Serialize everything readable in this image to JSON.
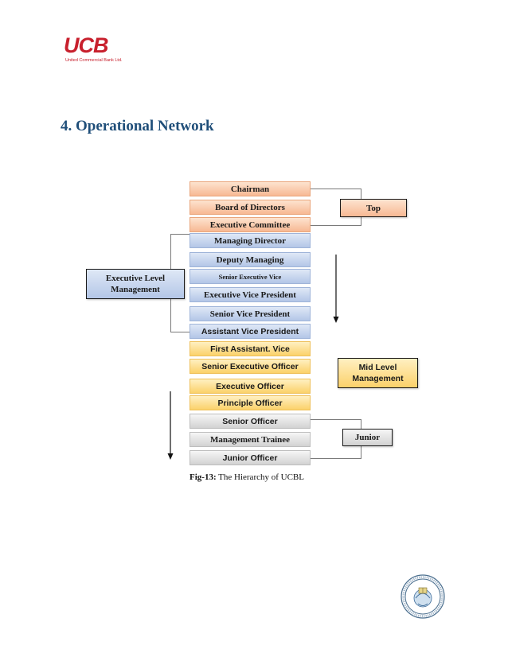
{
  "logo": {
    "mark": "UCB",
    "subtitle": "United Commercial Bank Ltd."
  },
  "section_title": "4. Operational Network",
  "hierarchy": [
    "Chairman",
    "Board of Directors",
    "Executive Committee",
    "Managing Director",
    "Deputy Managing",
    "Senior Executive Vice",
    "Executive Vice President",
    "Senior Vice President",
    "Assistant Vice President",
    "First Assistant. Vice",
    "Senior Executive Officer",
    "Executive Officer",
    "Principle Officer",
    "Senior Officer",
    "Management Trainee",
    "Junior Officer"
  ],
  "groups": {
    "executive": "Executive Level Management",
    "top": "Top",
    "mid": "Mid Level Management",
    "junior": "Junior"
  },
  "caption": {
    "label": "Fig-13:",
    "text": " The Hierarchy of UCBL"
  },
  "colors": {
    "title": "#1f4e79",
    "logo": "#c8202d"
  }
}
